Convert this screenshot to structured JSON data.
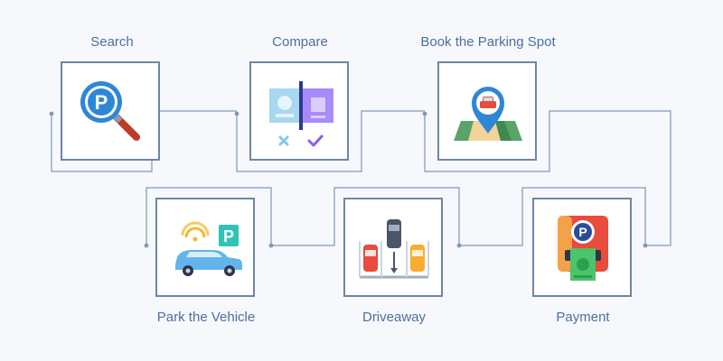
{
  "diagram": {
    "steps": [
      {
        "label": "Search",
        "icon": "parking-search-icon"
      },
      {
        "label": "Compare",
        "icon": "compare-icon"
      },
      {
        "label": "Book the Parking Spot",
        "icon": "map-pin-car-icon"
      },
      {
        "label": "Payment",
        "icon": "parking-payment-icon"
      },
      {
        "label": "Driveaway",
        "icon": "driveaway-icon"
      },
      {
        "label": "Park the Vehicle",
        "icon": "park-vehicle-icon"
      }
    ],
    "colors": {
      "background": "#f6f8fb",
      "box_border": "#6d86a5",
      "connector": "#7f98b8",
      "label": "#4e6fa1",
      "parking_blue": "#2f86d6"
    }
  }
}
